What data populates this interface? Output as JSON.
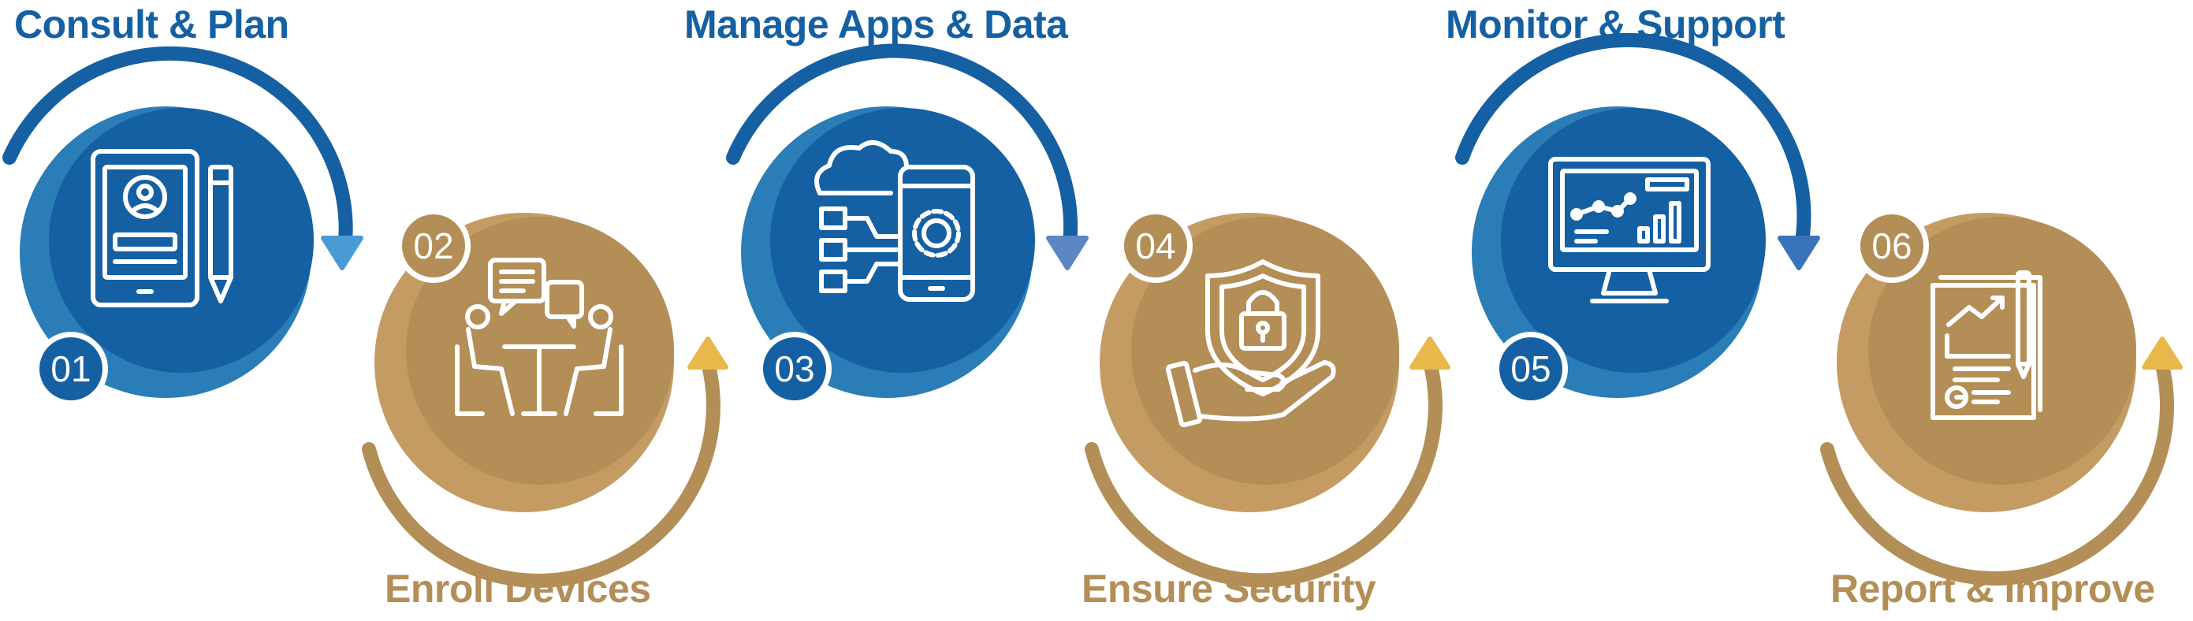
{
  "colors": {
    "blue_dark": "#1560a3",
    "blue_light": "#2a7db6",
    "blue_arrow": "#4a9ad6",
    "gold_dark": "#b38e56",
    "gold_light": "#c49c63",
    "gold_arrow": "#e8b84a",
    "white": "#ffffff"
  },
  "steps": [
    {
      "number": "01",
      "title": "Consult & Plan",
      "icon": "tablet-profile-pencil-icon",
      "theme": "blue"
    },
    {
      "number": "02",
      "title": "Enroll Devices",
      "icon": "meeting-discussion-icon",
      "theme": "gold"
    },
    {
      "number": "03",
      "title": "Manage Apps & Data",
      "icon": "cloud-phone-gear-icon",
      "theme": "blue"
    },
    {
      "number": "04",
      "title": "Ensure Security",
      "icon": "hand-shield-lock-icon",
      "theme": "gold"
    },
    {
      "number": "05",
      "title": "Monitor & Support",
      "icon": "monitor-analytics-icon",
      "theme": "blue"
    },
    {
      "number": "06",
      "title": "Report & Improve",
      "icon": "report-document-icon",
      "theme": "gold"
    }
  ]
}
